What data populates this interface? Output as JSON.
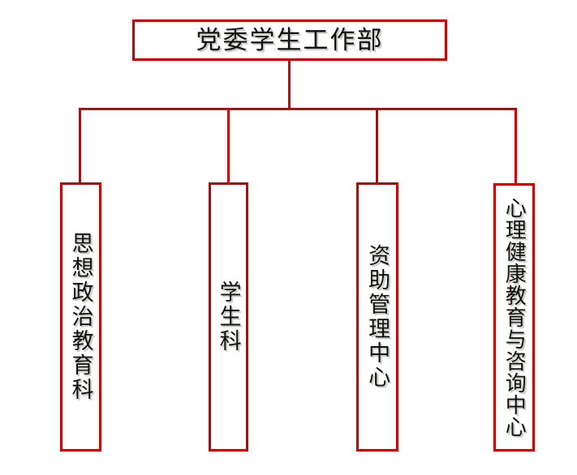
{
  "chart": {
    "type": "org-chart",
    "orientation": "top-down",
    "accent_color": "#c00000",
    "connector_color": "#c80000",
    "text_color": "#12100b",
    "shadow_color": "#c9c9c9",
    "background": "#ffffff"
  },
  "root": {
    "label": "党委学生工作部",
    "text_direction": "horizontal"
  },
  "children": [
    {
      "label": "思想政治教育科",
      "text_direction": "vertical",
      "char_count": 7
    },
    {
      "label": "学生科",
      "text_direction": "vertical",
      "char_count": 3
    },
    {
      "label": "资助管理中心",
      "text_direction": "vertical",
      "char_count": 6
    },
    {
      "label": "心理健康教育与咨询中心",
      "text_direction": "vertical",
      "char_count": 11
    }
  ]
}
